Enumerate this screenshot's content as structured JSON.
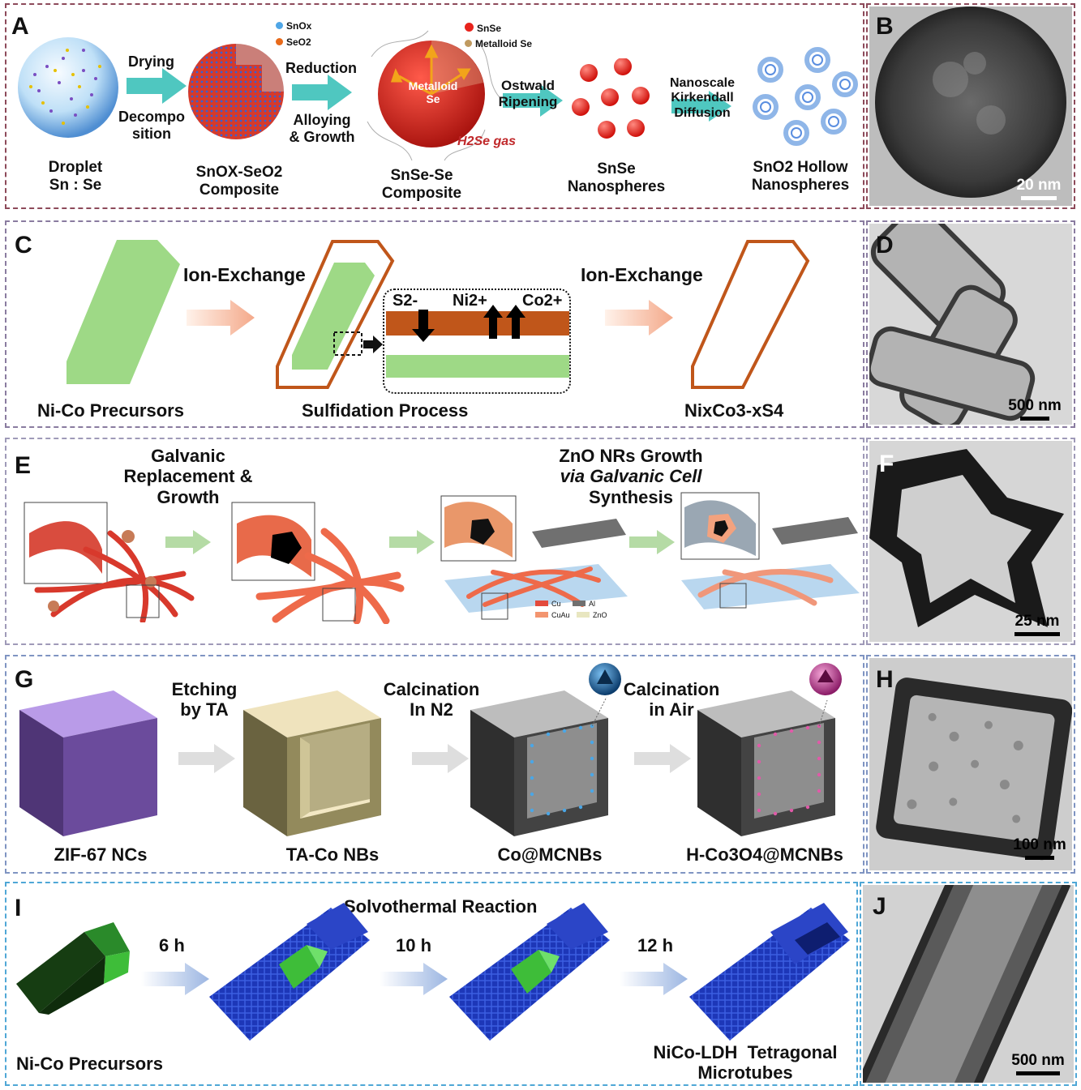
{
  "panels": {
    "a": "A",
    "b": "B",
    "c": "C",
    "d": "D",
    "e": "E",
    "f": "F",
    "g": "G",
    "h": "H",
    "i": "I",
    "j": "J"
  },
  "panel_a": {
    "step1_top": "Drying",
    "step1_bottom_1": "Decompo",
    "step1_bottom_2": "sition",
    "step2_top": "Reduction",
    "step2_bottom_1": "Alloying",
    "step2_bottom_2": "& Growth",
    "step3": [
      "Ostwald",
      "Ripening"
    ],
    "step4": [
      "Nanoscale",
      "Kirkendall",
      "Diffusion"
    ],
    "legend_snox": "SnOx",
    "legend_seo2": "SeO2",
    "legend_snse": "SnSe",
    "legend_metalloid": "Metalloid Se",
    "metalloid_inner_1": "Metalloid",
    "metalloid_inner_2": "Se",
    "gas": "H2Se gas",
    "labels": [
      [
        "Droplet",
        "Sn : Se"
      ],
      [
        "SnOX-SeO2",
        "Composite"
      ],
      [
        "SnSe-Se",
        "Composite"
      ],
      [
        "SnSe",
        "Nanospheres"
      ],
      [
        "SnO2 Hollow",
        "Nanospheres"
      ]
    ]
  },
  "panel_b": {
    "scale": "20 nm"
  },
  "panel_c": {
    "ion_exchange_1": "Ion-Exchange",
    "ion_exchange_2": "Ion-Exchange",
    "s": "S2-",
    "ni": "Ni2+",
    "co": "Co2+",
    "label_1": "Ni-Co Precursors",
    "label_2": "Sulfidation Process",
    "label_3": "NixCo3-xS4"
  },
  "panel_d": {
    "scale": "500 nm"
  },
  "panel_e": {
    "step1": [
      "Galvanic",
      "Replacement &",
      "Growth"
    ],
    "step2": [
      "ZnO NRs Growth",
      "via Galvanic Cell",
      "Synthesis"
    ],
    "legend": [
      "Cu",
      "Al",
      "CuAu",
      "ZnO"
    ]
  },
  "panel_f": {
    "scale": "25 nm"
  },
  "panel_g": {
    "step1": [
      "Etching",
      "by TA"
    ],
    "step2": [
      "Calcination",
      "In N2"
    ],
    "step3": [
      "Calcination",
      "in Air"
    ],
    "labels": [
      "ZIF-67 NCs",
      "TA-Co NBs",
      "Co@MCNBs",
      "H-Co3O4@MCNBs"
    ]
  },
  "panel_h": {
    "scale": "100 nm"
  },
  "panel_i": {
    "title": "Solvothermal Reaction",
    "t1": "6 h",
    "t2": "10 h",
    "t3": "12 h",
    "label_1": "Ni-Co Precursors",
    "label_2": [
      "NiCo-LDH  Tetragonal",
      "Microtubes"
    ]
  },
  "panel_j": {
    "scale": "500 nm"
  },
  "colors": {
    "teal_arrow": "#4fc7c0",
    "orange_shell": "#c0561a",
    "green_core": "#9ed986",
    "purple_cube": "#8c63c9",
    "blue_rod": "#2b45c7",
    "green_cap": "#3ebd39"
  }
}
